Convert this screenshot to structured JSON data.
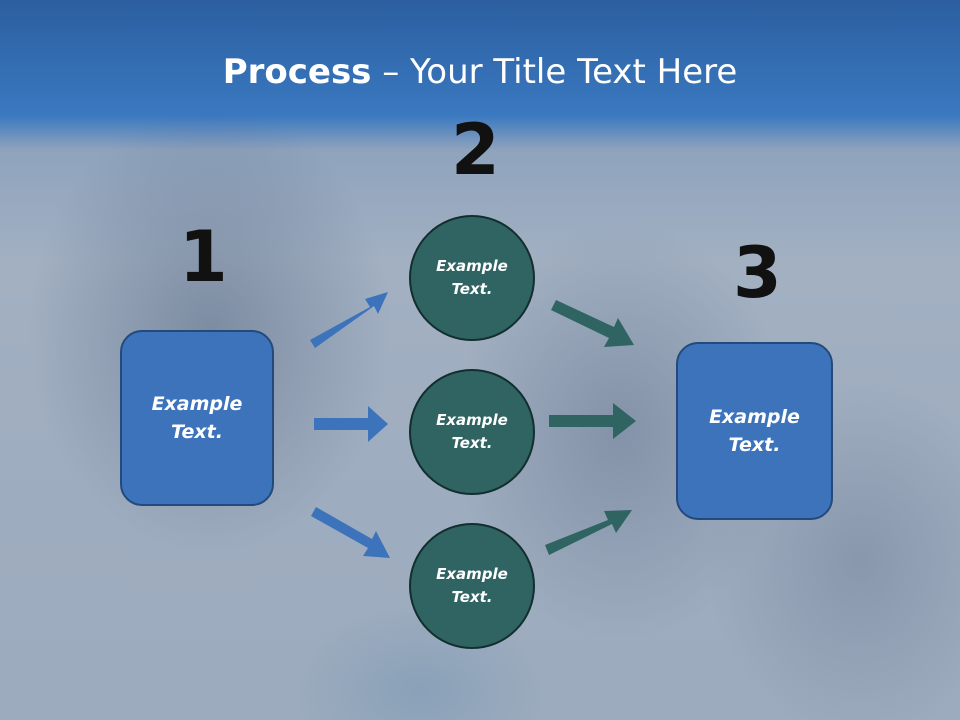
{
  "title": {
    "bold": "Process",
    "rest": " – Your Title Text Here"
  },
  "steps": [
    {
      "number": "1"
    },
    {
      "number": "2"
    },
    {
      "number": "3"
    }
  ],
  "left_box": {
    "text": "Example\nText."
  },
  "circles": [
    {
      "text": "Example\nText."
    },
    {
      "text": "Example\nText."
    },
    {
      "text": "Example\nText."
    }
  ],
  "right_box": {
    "text": "Example\nText."
  },
  "colors": {
    "box_fill": "#3c73bb",
    "circle_fill": "#2f6463",
    "blue_arrow": "#3c73bb",
    "teal_arrow": "#2f6463",
    "header": "#3a78c0"
  }
}
